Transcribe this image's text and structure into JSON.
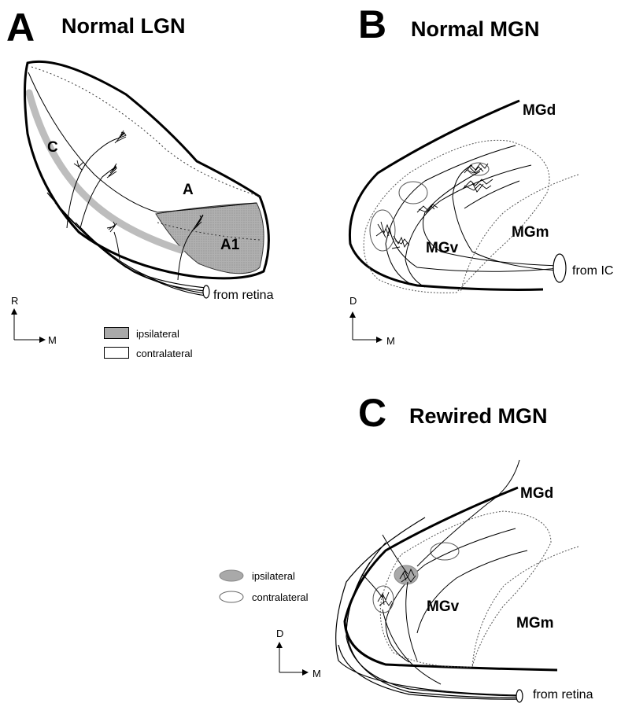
{
  "panel_a": {
    "letter": "A",
    "title": "Normal LGN",
    "layers": {
      "c": "C",
      "a": "A",
      "a1": "A1"
    },
    "input_label": "from retina",
    "axes": {
      "vertical": "R",
      "horizontal": "M"
    },
    "legend": {
      "ipsilateral": "ipsilateral",
      "contralateral": "contralateral"
    }
  },
  "panel_b": {
    "letter": "B",
    "title": "Normal MGN",
    "regions": {
      "mgd": "MGd",
      "mgv": "MGv",
      "mgm": "MGm"
    },
    "input_label": "from IC",
    "axes": {
      "vertical": "D",
      "horizontal": "M"
    }
  },
  "panel_c": {
    "letter": "C",
    "title": "Rewired MGN",
    "regions": {
      "mgd": "MGd",
      "mgv": "MGv",
      "mgm": "MGm"
    },
    "input_label": "from retina",
    "axes": {
      "vertical": "D",
      "horizontal": "M"
    },
    "legend": {
      "ipsilateral": "ipsilateral",
      "contralateral": "contralateral"
    }
  },
  "colors": {
    "ipsilateral_fill": "#a9a9a9",
    "stroke": "#000000",
    "dotted": "#555555"
  }
}
